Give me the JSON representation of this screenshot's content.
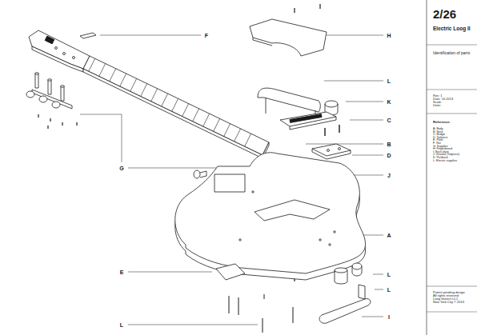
{
  "diagram": {
    "title": "Electric Loog II",
    "labels": [
      "2/26",
      "Identification of parts",
      "Rev: 1",
      "Date: 10.2013",
      "Scale:",
      "Units:",
      "Reference:",
      "A: Body",
      "B: Neck",
      "C: Bridge",
      "D: Tailpiece",
      "E: Plate",
      "F: Nut",
      "G: Supplies",
      "H: Fingerboard",
      "I: Back plate",
      "J: Ground (Tailpiece)",
      "K: Pickback",
      "L: Electric supplies",
      "Patent pending design",
      "All rights reserved",
      "Loog Guitars LLC",
      "New York City © 2013",
      "F",
      "H",
      "L",
      "K",
      "C",
      "B",
      "D",
      "J",
      "G",
      "A",
      "E",
      "L",
      "L",
      "I",
      "L"
    ]
  }
}
